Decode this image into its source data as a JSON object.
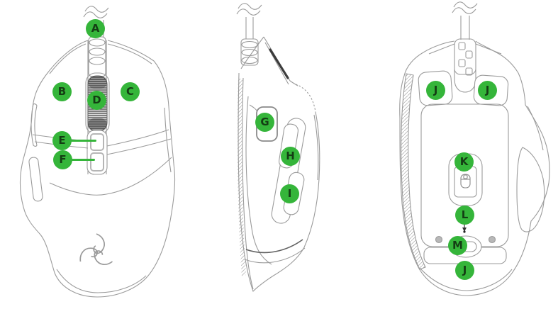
{
  "colors": {
    "badge_green": "#35B53A",
    "badge_letter": "#143D14",
    "line_art_gray": "#9B9B9B",
    "wheel_dark": "#4D4D4D"
  },
  "callouts": [
    {
      "letter": "A"
    },
    {
      "letter": "B"
    },
    {
      "letter": "C"
    },
    {
      "letter": "D"
    },
    {
      "letter": "E"
    },
    {
      "letter": "F"
    },
    {
      "letter": "G"
    },
    {
      "letter": "H"
    },
    {
      "letter": "I"
    },
    {
      "letter": "J"
    },
    {
      "letter": "J"
    },
    {
      "letter": "K"
    },
    {
      "letter": "L"
    },
    {
      "letter": "M"
    },
    {
      "letter": "J"
    }
  ]
}
